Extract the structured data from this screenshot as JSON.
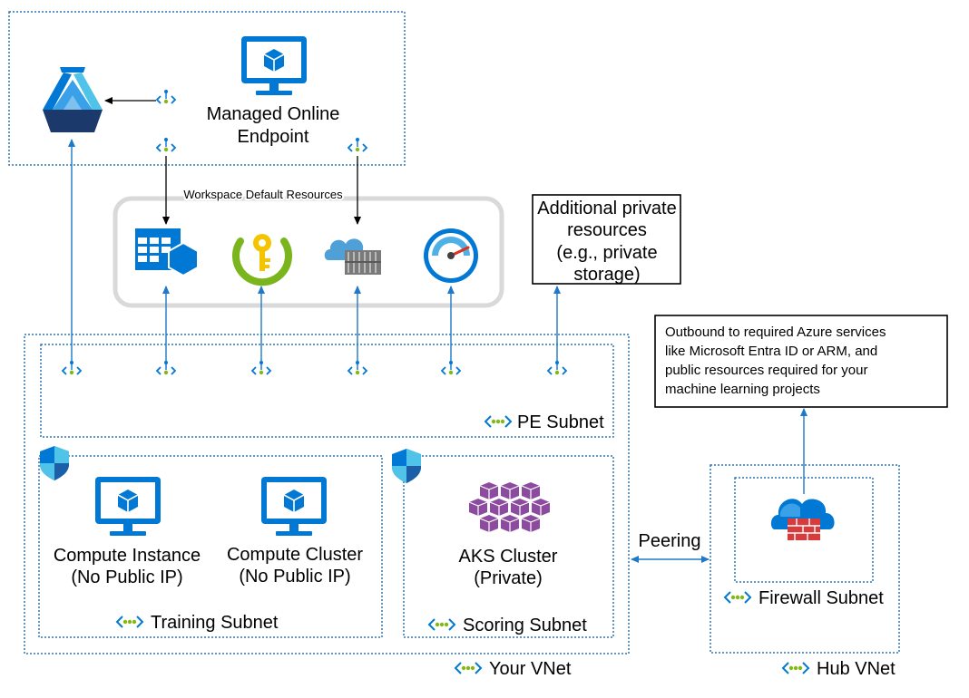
{
  "labels": {
    "managed_endpoint_line1": "Managed Online",
    "managed_endpoint_line2": "Endpoint",
    "workspace_default_resources": "Workspace Default Resources",
    "additional_line1": "Additional private",
    "additional_line2": "resources",
    "additional_line3": "(e.g., private",
    "additional_line4": "storage)",
    "outbound_line1": "Outbound to required Azure services",
    "outbound_line2": "like Microsoft Entra ID or ARM, and",
    "outbound_line3": "public resources required for your",
    "outbound_line4": "machine learning projects",
    "pe_subnet": "PE Subnet",
    "compute_instance_line1": "Compute Instance",
    "compute_instance_line2": "(No Public IP)",
    "compute_cluster_line1": "Compute Cluster",
    "compute_cluster_line2": "(No Public IP)",
    "training_subnet": "Training Subnet",
    "aks_line1": "AKS Cluster",
    "aks_line2": "(Private)",
    "scoring_subnet": "Scoring Subnet",
    "peering": "Peering",
    "firewall_subnet": "Firewall Subnet",
    "your_vnet": "Your VNet",
    "hub_vnet": "Hub VNet"
  },
  "icons": {
    "ml_workspace": "azure-machine-learning-icon",
    "managed_endpoint": "monitor-cube-icon",
    "storage": "storage-table-icon",
    "key_vault": "key-vault-icon",
    "container_registry": "container-registry-icon",
    "app_insights": "application-insights-icon",
    "private_endpoint": "private-endpoint-icon",
    "nsg": "shield-icon",
    "aks": "kubernetes-icon",
    "firewall": "firewall-icon",
    "subnet": "subnet-icon"
  },
  "colors": {
    "dotted_border": "#2e75b6",
    "arrow_blue": "#1f78c8",
    "azure_blue": "#0078d4",
    "endpoint_green": "#84b816",
    "kubernetes_purple": "#8c4b9e",
    "workspace_box_border": "#d9d9d9"
  }
}
